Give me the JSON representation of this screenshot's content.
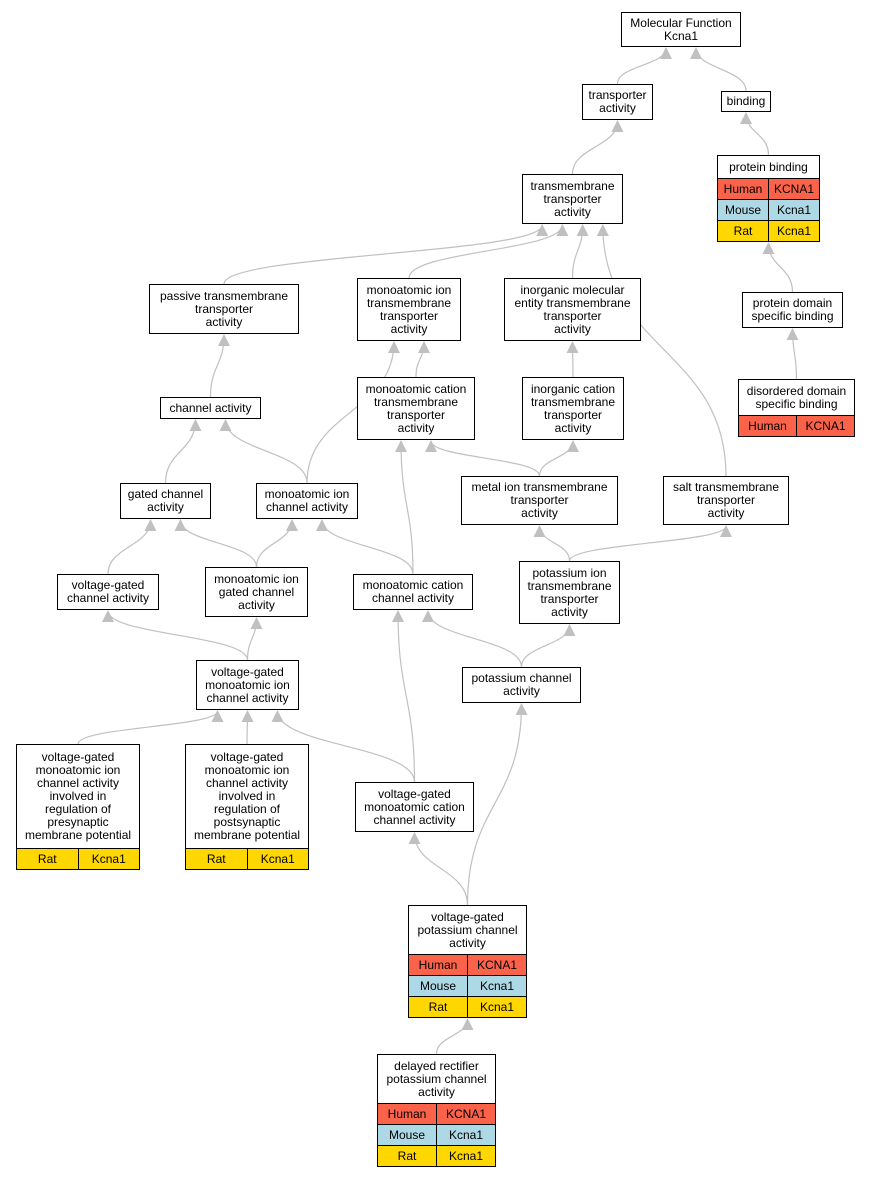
{
  "colors": {
    "Human": "#fa6349",
    "Mouse": "#add8e6",
    "Rat": "#ffd700",
    "edge": "#c0c0c0"
  },
  "nodes": [
    {
      "id": "mf",
      "label": "Molecular Function\nKcna1",
      "rows": []
    },
    {
      "id": "transporter",
      "label": "transporter\nactivity",
      "rows": []
    },
    {
      "id": "binding",
      "label": "binding",
      "rows": []
    },
    {
      "id": "tm_transporter",
      "label": "transmembrane\ntransporter\nactivity",
      "rows": []
    },
    {
      "id": "protein_binding",
      "label": "protein binding",
      "rows": [
        {
          "species": "Human",
          "gene": "KCNA1"
        },
        {
          "species": "Mouse",
          "gene": "Kcna1"
        },
        {
          "species": "Rat",
          "gene": "Kcna1"
        }
      ]
    },
    {
      "id": "passive",
      "label": "passive transmembrane\ntransporter\nactivity",
      "rows": []
    },
    {
      "id": "ion_tm",
      "label": "monoatomic ion\ntransmembrane\ntransporter\nactivity",
      "rows": []
    },
    {
      "id": "inorganic_mol",
      "label": "inorganic molecular\nentity transmembrane\ntransporter\nactivity",
      "rows": []
    },
    {
      "id": "domain_binding",
      "label": "protein domain\nspecific binding",
      "rows": []
    },
    {
      "id": "channel",
      "label": "channel activity",
      "rows": []
    },
    {
      "id": "cation_tm",
      "label": "monoatomic cation\ntransmembrane\ntransporter\nactivity",
      "rows": []
    },
    {
      "id": "inorg_cation",
      "label": "inorganic cation\ntransmembrane\ntransporter\nactivity",
      "rows": []
    },
    {
      "id": "disordered",
      "label": "disordered domain\nspecific binding",
      "rows": [
        {
          "species": "Human",
          "gene": "KCNA1"
        }
      ]
    },
    {
      "id": "gated",
      "label": "gated channel\nactivity",
      "rows": []
    },
    {
      "id": "ion_channel",
      "label": "monoatomic ion\nchannel activity",
      "rows": []
    },
    {
      "id": "metal_ion",
      "label": "metal ion transmembrane\ntransporter\nactivity",
      "rows": []
    },
    {
      "id": "salt",
      "label": "salt transmembrane\ntransporter\nactivity",
      "rows": []
    },
    {
      "id": "vg_channel",
      "label": "voltage-gated\nchannel activity",
      "rows": []
    },
    {
      "id": "ion_gated",
      "label": "monoatomic ion\ngated channel\nactivity",
      "rows": []
    },
    {
      "id": "cation_channel",
      "label": "monoatomic cation\nchannel activity",
      "rows": []
    },
    {
      "id": "k_ion_tm",
      "label": "potassium ion\ntransmembrane\ntransporter\nactivity",
      "rows": []
    },
    {
      "id": "vg_ion_channel",
      "label": "voltage-gated\nmonoatomic ion\nchannel activity",
      "rows": []
    },
    {
      "id": "k_channel",
      "label": "potassium channel\nactivity",
      "rows": []
    },
    {
      "id": "vg_presyn",
      "label": "voltage-gated\nmonoatomic ion\nchannel activity\ninvolved in\nregulation of\npresynaptic\nmembrane potential",
      "rows": [
        {
          "species": "Rat",
          "gene": "Kcna1"
        }
      ]
    },
    {
      "id": "vg_postsyn",
      "label": "voltage-gated\nmonoatomic ion\nchannel activity\ninvolved in\nregulation of\npostsynaptic\nmembrane potential",
      "rows": [
        {
          "species": "Rat",
          "gene": "Kcna1"
        }
      ]
    },
    {
      "id": "vg_cation_channel",
      "label": "voltage-gated\nmonoatomic cation\nchannel activity",
      "rows": []
    },
    {
      "id": "vg_k_channel",
      "label": "voltage-gated\npotassium channel\nactivity",
      "rows": [
        {
          "species": "Human",
          "gene": "KCNA1"
        },
        {
          "species": "Mouse",
          "gene": "Kcna1"
        },
        {
          "species": "Rat",
          "gene": "Kcna1"
        }
      ]
    },
    {
      "id": "delayed_rect",
      "label": "delayed rectifier\npotassium channel\nactivity",
      "rows": [
        {
          "species": "Human",
          "gene": "KCNA1"
        },
        {
          "species": "Mouse",
          "gene": "Kcna1"
        },
        {
          "species": "Rat",
          "gene": "Kcna1"
        }
      ]
    }
  ],
  "edges": [
    [
      "transporter",
      "mf"
    ],
    [
      "binding",
      "mf"
    ],
    [
      "tm_transporter",
      "transporter"
    ],
    [
      "protein_binding",
      "binding"
    ],
    [
      "passive",
      "tm_transporter"
    ],
    [
      "ion_tm",
      "tm_transporter"
    ],
    [
      "inorganic_mol",
      "tm_transporter"
    ],
    [
      "salt",
      "tm_transporter"
    ],
    [
      "domain_binding",
      "protein_binding"
    ],
    [
      "disordered",
      "domain_binding"
    ],
    [
      "channel",
      "passive"
    ],
    [
      "cation_tm",
      "ion_tm"
    ],
    [
      "ion_channel",
      "ion_tm"
    ],
    [
      "inorg_cation",
      "inorganic_mol"
    ],
    [
      "gated",
      "channel"
    ],
    [
      "ion_channel",
      "channel"
    ],
    [
      "metal_ion",
      "cation_tm"
    ],
    [
      "cation_channel",
      "cation_tm"
    ],
    [
      "metal_ion",
      "inorg_cation"
    ],
    [
      "vg_channel",
      "gated"
    ],
    [
      "ion_gated",
      "gated"
    ],
    [
      "ion_gated",
      "ion_channel"
    ],
    [
      "cation_channel",
      "ion_channel"
    ],
    [
      "k_ion_tm",
      "metal_ion"
    ],
    [
      "k_ion_tm",
      "salt"
    ],
    [
      "vg_ion_channel",
      "vg_channel"
    ],
    [
      "vg_ion_channel",
      "ion_gated"
    ],
    [
      "k_channel",
      "cation_channel"
    ],
    [
      "k_channel",
      "k_ion_tm"
    ],
    [
      "vg_presyn",
      "vg_ion_channel"
    ],
    [
      "vg_postsyn",
      "vg_ion_channel"
    ],
    [
      "vg_cation_channel",
      "vg_ion_channel"
    ],
    [
      "vg_cation_channel",
      "cation_channel"
    ],
    [
      "vg_k_channel",
      "vg_cation_channel"
    ],
    [
      "vg_k_channel",
      "k_channel"
    ],
    [
      "delayed_rect",
      "vg_k_channel"
    ]
  ]
}
